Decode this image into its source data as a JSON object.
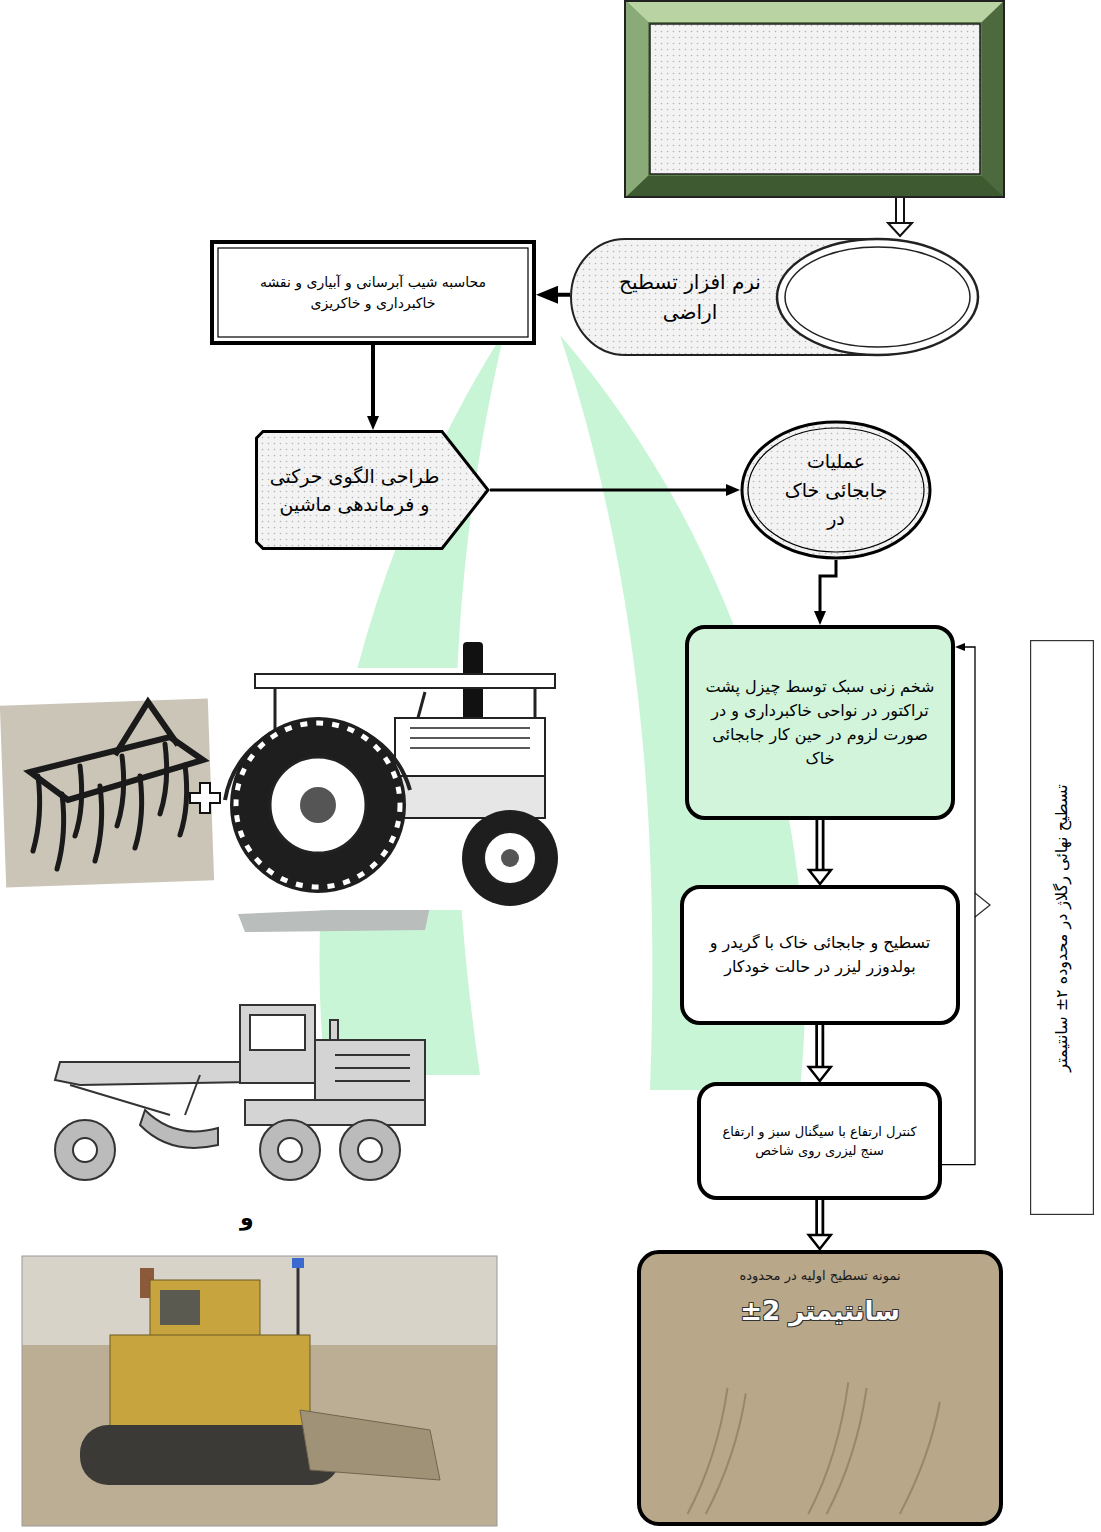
{
  "diagram": {
    "nodes": [
      {
        "text": [
          "نرم افزار تسطیح اراضی"
        ]
      },
      {
        "text": [
          "محاسبه شیب آبرسانی و آبیاری و نقشه خاکبرداری و خاکریزی"
        ]
      },
      {
        "text": [
          "طراحی الگوی حرکتی و فرماندهی ماشین"
        ]
      },
      {
        "text": [
          "عملیات جابجائی خاک در"
        ]
      },
      {
        "text": [
          "شخم زنی سبک توسط چیزل پشت تراکتور در نواحی خاکبرداری و در صورت لزوم در حین کار جابجائی خاک"
        ]
      },
      {
        "text": [
          "تسطیح و جابجائی خاک با گریدر و بولدوزر لیزر در حالت خودکار"
        ]
      },
      {
        "text": [
          "کنترل ارتفاع با سیگنال سبز و ارتفاع سنج لیزری روی شاخص"
        ]
      },
      {
        "text": [
          "نمونه تسطیح اولیه در محدوده",
          "سانتیمتر 2±"
        ]
      },
      {
        "text": [
          "تسطیح نهائی رگلاژ در محدوده ۲± سانتیمتر"
        ]
      }
    ],
    "edges": [
      {
        "from": 0,
        "to": 1,
        "arrow": "to"
      },
      {
        "from": 1,
        "to": 2,
        "arrow": "to"
      },
      {
        "from": 2,
        "to": 3,
        "arrow": "to"
      },
      {
        "from": 3,
        "to": 4,
        "arrow": "to"
      },
      {
        "from": 4,
        "to": 5,
        "arrow": "to"
      },
      {
        "from": 5,
        "to": 6,
        "arrow": "to"
      },
      {
        "from": 6,
        "to": 7,
        "arrow": "to"
      },
      {
        "from": 6,
        "to": 4,
        "arrow": "to"
      }
    ],
    "labels": [
      "و"
    ]
  }
}
